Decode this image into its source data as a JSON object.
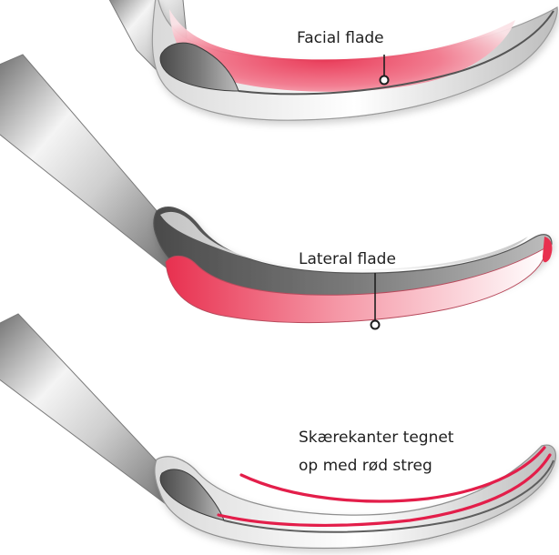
{
  "labels": {
    "facial": "Facial flade",
    "lateral": "Lateral flade",
    "edges_line1": "Skærekanter tegnet",
    "edges_line2": "op med rød streg"
  },
  "colors": {
    "highlight_red": "#e8304f",
    "edge_red": "#e31e4a",
    "steel_dark": "#5c5c5c",
    "steel_light": "#f2f2f2"
  }
}
